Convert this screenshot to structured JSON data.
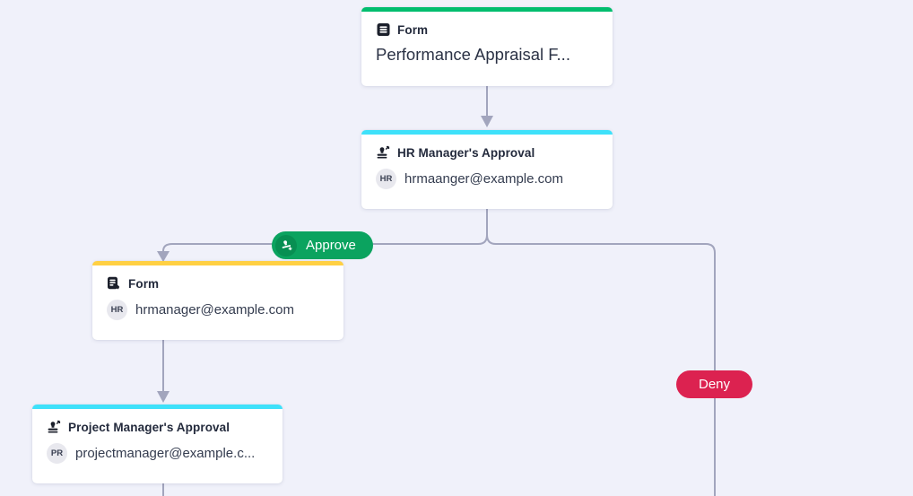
{
  "canvas": {
    "background_color": "#f0f1fa"
  },
  "connector": {
    "color": "#a2a5bd"
  },
  "nodes": {
    "form_start": {
      "type_label": "Form",
      "title": "Performance Appraisal F...",
      "accent_color": "#00bd6e",
      "icon": "form-icon"
    },
    "hr_approval": {
      "title": "HR Manager's Approval",
      "accent_color": "#3ee1fa",
      "icon": "approval-stamp-icon",
      "assignee": {
        "initials": "HR",
        "email": "hrmaanger@example.com"
      }
    },
    "hr_form": {
      "type_label": "Form",
      "accent_color": "#ffd043",
      "icon": "form-send-icon",
      "assignee": {
        "initials": "HR",
        "email": "hrmanager@example.com"
      }
    },
    "pm_approval": {
      "title": "Project Manager's Approval",
      "accent_color": "#3ee1fa",
      "icon": "approval-stamp-icon",
      "assignee": {
        "initials": "PR",
        "email": "projectmanager@example.c..."
      }
    }
  },
  "branches": {
    "approve": {
      "label": "Approve",
      "color": "#0ba35f",
      "icon": "stamp-plus-icon",
      "icon_circle_color": "#078f52"
    },
    "deny": {
      "label": "Deny",
      "color": "#dc2250"
    }
  }
}
